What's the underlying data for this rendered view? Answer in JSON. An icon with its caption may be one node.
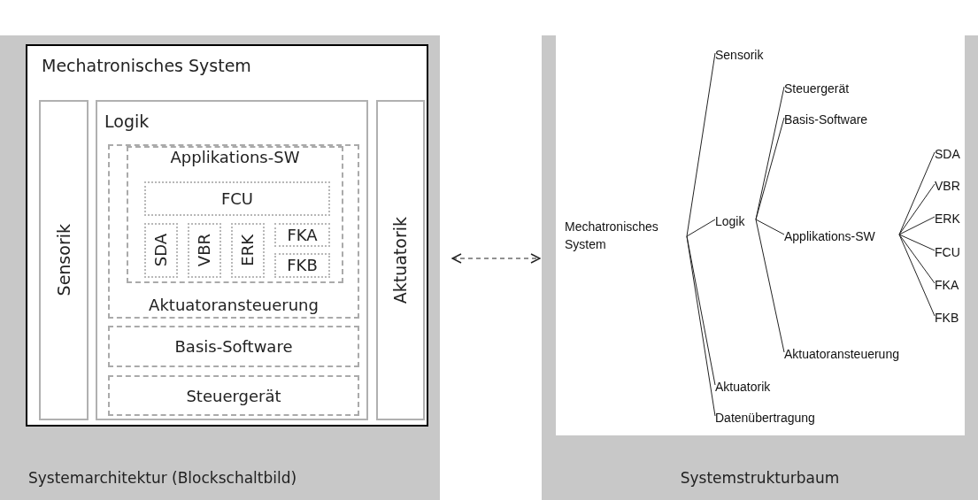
{
  "diagram": {
    "nodes": [
      {
        "text": [
          "Systemarchitektur (Blockschaltbild)"
        ]
      },
      {
        "text": [
          "Mechatronisches System"
        ],
        "in": 0
      },
      {
        "text": [
          "Sensorik"
        ],
        "in": 1
      },
      {
        "text": [
          "Logik"
        ],
        "in": 1
      },
      {
        "text": [
          "Aktuatorik"
        ],
        "in": 1
      },
      {
        "text": [
          "Aktuatoransteuerung"
        ],
        "in": 3
      },
      {
        "text": [
          "Applikations-SW"
        ],
        "in": 5
      },
      {
        "text": [
          "FCU"
        ],
        "in": 6
      },
      {
        "text": [
          "SDA"
        ],
        "in": 6
      },
      {
        "text": [
          "VBR"
        ],
        "in": 6
      },
      {
        "text": [
          "ERK"
        ],
        "in": 6
      },
      {
        "text": [
          "FKA"
        ],
        "in": 6
      },
      {
        "text": [
          "FKB"
        ],
        "in": 6
      },
      {
        "text": [
          "Basis-Software"
        ],
        "in": 3
      },
      {
        "text": [
          "Steuergerät"
        ],
        "in": 3
      },
      {
        "text": [
          "Systemstrukturbaum"
        ]
      },
      {
        "text": [
          "Mechatronisches System"
        ],
        "in": 15
      },
      {
        "text": [
          "Sensorik"
        ],
        "in": 15
      },
      {
        "text": [
          "Logik"
        ],
        "in": 15
      },
      {
        "text": [
          "Aktuatorik"
        ],
        "in": 15
      },
      {
        "text": [
          "Datenübertragung"
        ],
        "in": 15
      },
      {
        "text": [
          "Steuergerät"
        ],
        "in": 15
      },
      {
        "text": [
          "Basis-Software"
        ],
        "in": 15
      },
      {
        "text": [
          "Applikations-SW"
        ],
        "in": 15
      },
      {
        "text": [
          "Aktuatoransteuerung"
        ],
        "in": 15
      },
      {
        "text": [
          "SDA"
        ],
        "in": 15
      },
      {
        "text": [
          "VBR"
        ],
        "in": 15
      },
      {
        "text": [
          "ERK"
        ],
        "in": 15
      },
      {
        "text": [
          "FCU"
        ],
        "in": 15
      },
      {
        "text": [
          "FKA"
        ],
        "in": 15
      },
      {
        "text": [
          "FKB"
        ],
        "in": 15
      }
    ],
    "edges": [
      {
        "from": 0,
        "to": 15,
        "arrow": "both",
        "style": "dashed"
      },
      {
        "from": 16,
        "to": 17,
        "arrow": "none"
      },
      {
        "from": 16,
        "to": 18,
        "arrow": "none"
      },
      {
        "from": 16,
        "to": 19,
        "arrow": "none"
      },
      {
        "from": 16,
        "to": 20,
        "arrow": "none"
      },
      {
        "from": 18,
        "to": 21,
        "arrow": "none"
      },
      {
        "from": 18,
        "to": 22,
        "arrow": "none"
      },
      {
        "from": 18,
        "to": 23,
        "arrow": "none"
      },
      {
        "from": 18,
        "to": 24,
        "arrow": "none"
      },
      {
        "from": 23,
        "to": 25,
        "arrow": "none"
      },
      {
        "from": 23,
        "to": 26,
        "arrow": "none"
      },
      {
        "from": 23,
        "to": 27,
        "arrow": "none"
      },
      {
        "from": 23,
        "to": 28,
        "arrow": "none"
      },
      {
        "from": 23,
        "to": 29,
        "arrow": "none"
      },
      {
        "from": 23,
        "to": 30,
        "arrow": "none"
      }
    ]
  }
}
